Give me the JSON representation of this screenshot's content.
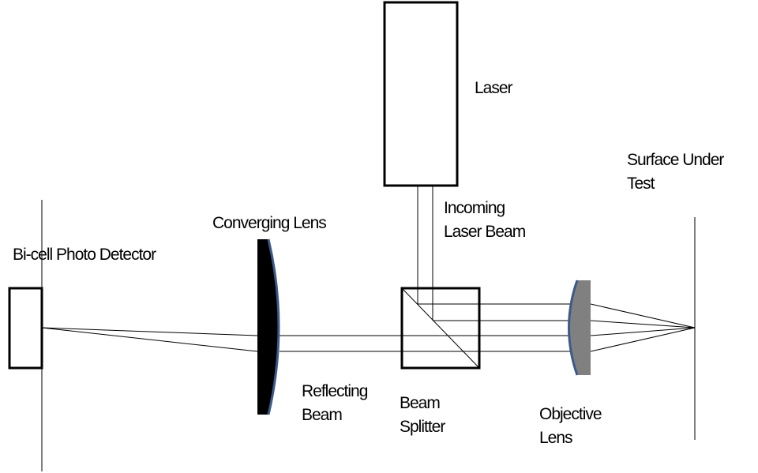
{
  "labels": {
    "laser": "Laser",
    "surface": [
      "Surface Under",
      "Test"
    ],
    "incoming": [
      "Incoming",
      "Laser Beam"
    ],
    "converging": "Converging Lens",
    "detector": "Bi-cell Photo Detector",
    "reflecting": [
      "Reflecting",
      "Beam"
    ],
    "splitter": [
      "Beam",
      "Splitter"
    ],
    "objective": [
      "Objective",
      "Lens"
    ]
  },
  "colors": {
    "stroke": "#000000",
    "lens_edge": "#3b5a8a",
    "converging_lens_fill": "#000000",
    "objective_lens_fill": "#808080"
  }
}
